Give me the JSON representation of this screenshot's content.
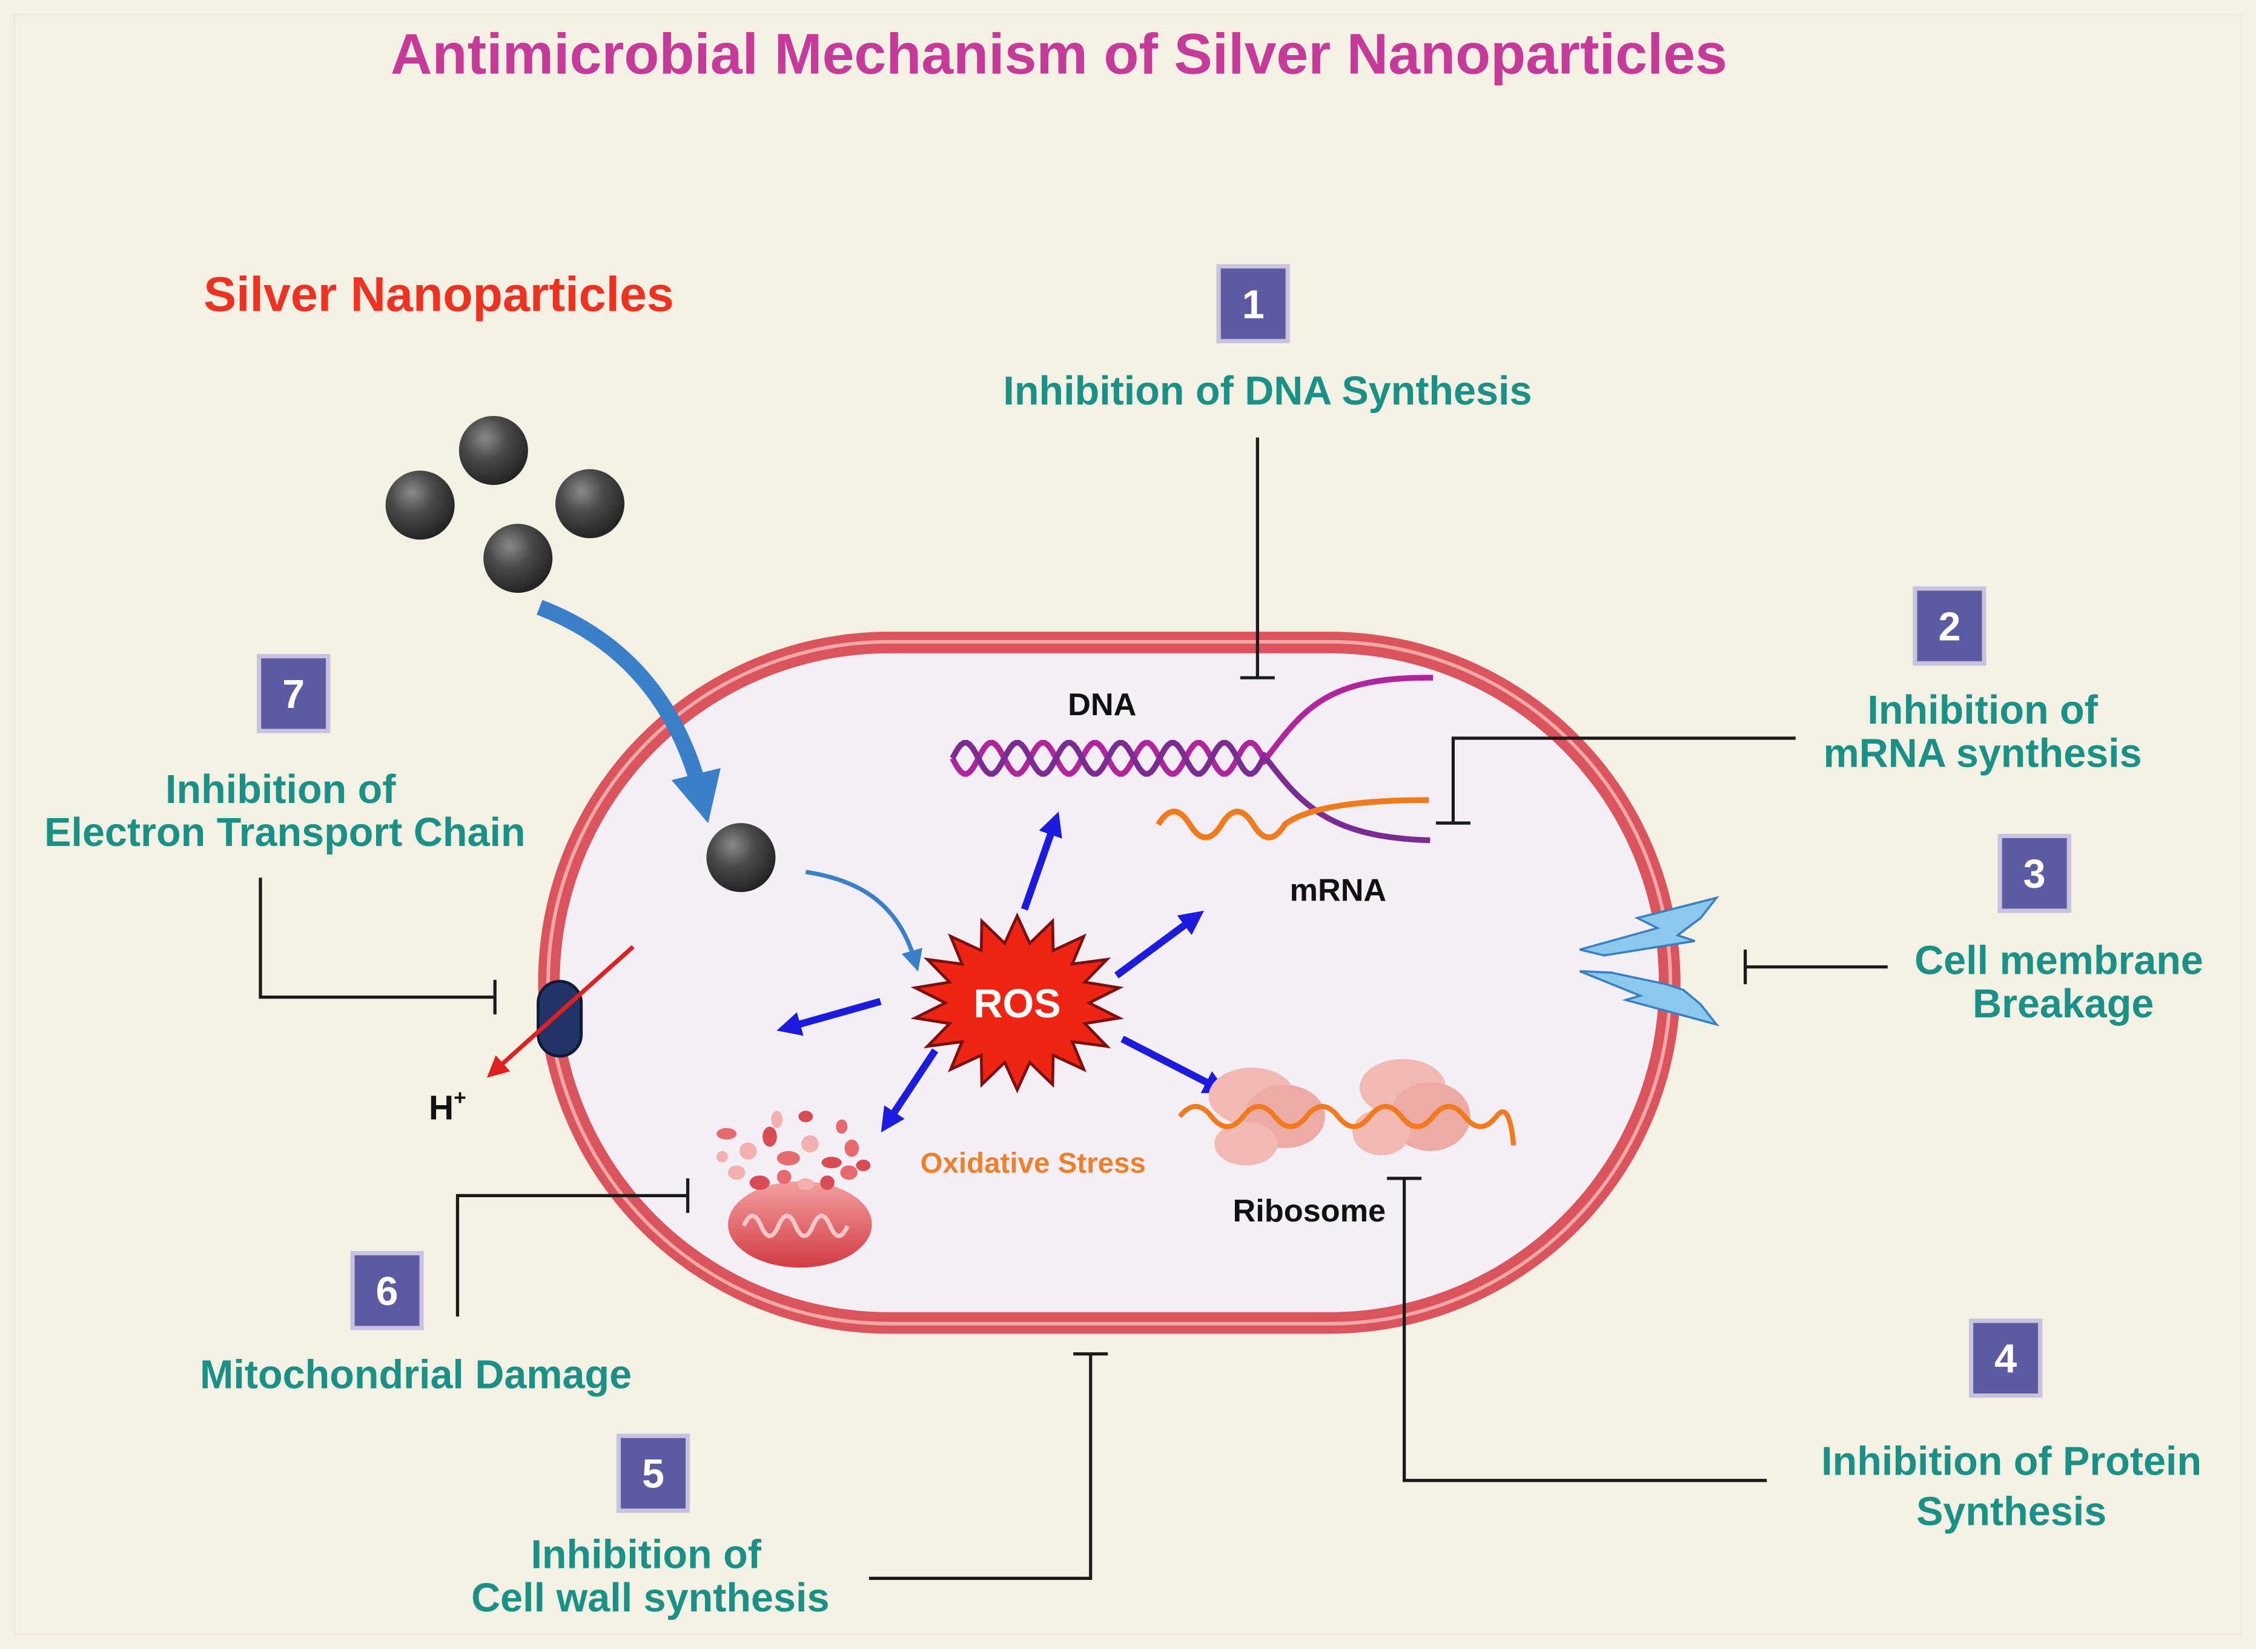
{
  "colors": {
    "background": "#F5F0E4",
    "title": "#C63A9A",
    "agnp_label": "#EE3120",
    "mechanism_text": "#1A9186",
    "badge_fill": "#5C5AA0",
    "cell_wall": "#D9545C",
    "cytoplasm": "#F4EFF6",
    "ros": "#EE2514",
    "oxidative_stress": "#EE7F2B",
    "ros_arrow": "#1D1BE0",
    "entry_arrow": "#3A80C8",
    "mrna": "#F07A1C",
    "dna_strand_1": "#B0249C",
    "dna_strand_2": "#7A2C93",
    "lightning": "#8AC8EE"
  },
  "title": "Antimicrobial Mechanism of Silver Nanoparticles",
  "agnp_label": "Silver Nanoparticles",
  "cell_labels": {
    "dna": "DNA",
    "mrna": "mRNA",
    "ros": "ROS",
    "oxidative_stress": "Oxidative Stress",
    "ribosome": "Ribosome",
    "proton": "H",
    "proton_charge": "+"
  },
  "mechanisms": [
    {
      "number": "1",
      "lines": [
        "Inhibition of DNA Synthesis"
      ]
    },
    {
      "number": "2",
      "lines": [
        "Inhibition of",
        "mRNA synthesis"
      ]
    },
    {
      "number": "3",
      "lines": [
        "Cell membrane",
        "Breakage"
      ]
    },
    {
      "number": "4",
      "lines": [
        "Inhibition of Protein",
        "Synthesis"
      ]
    },
    {
      "number": "5",
      "lines": [
        "Inhibition of",
        "Cell wall synthesis"
      ]
    },
    {
      "number": "6",
      "lines": [
        "Mitochondrial Damage"
      ]
    },
    {
      "number": "7",
      "lines": [
        "Inhibition of",
        "Electron Transport Chain"
      ]
    }
  ],
  "icons": {
    "nanoparticle": "silver-nanoparticle-icon",
    "mitochondrion": "damaged-mitochondrion-icon",
    "ribosome": "ribosome-icon",
    "membrane_damage": "lightning-bolt-icon",
    "transport_protein": "membrane-protein-icon"
  }
}
